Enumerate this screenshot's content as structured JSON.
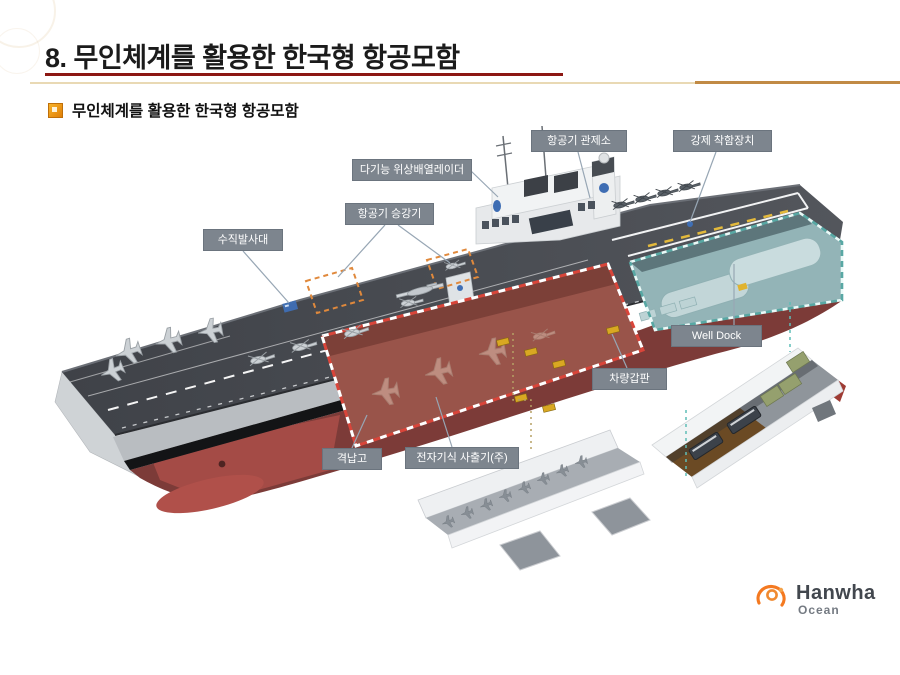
{
  "slide": {
    "title": "8. 무인체계를 활용한 한국형 항공모함",
    "subtitle": "무인체계를 활용한 한국형 항공모함"
  },
  "diagram": {
    "labels": [
      {
        "id": "aircraft-control-center",
        "text": "항공기 관제소"
      },
      {
        "id": "arrested-landing-device",
        "text": "강제 착함장치"
      },
      {
        "id": "multifunction-phased-array-radar",
        "text": "다기능 위상배열레이더"
      },
      {
        "id": "aircraft-elevator",
        "text": "항공기 승강기"
      },
      {
        "id": "vertical-launch-system",
        "text": "수직발사대"
      },
      {
        "id": "well-dock",
        "text": "Well Dock"
      },
      {
        "id": "vehicle-deck",
        "text": "차량갑판"
      },
      {
        "id": "hangar",
        "text": "격납고"
      },
      {
        "id": "electromagnetic-catapult",
        "text": "전자기식 사출기(주)"
      }
    ]
  },
  "logo": {
    "brand": "Hanwha",
    "division": "Ocean"
  },
  "colors": {
    "accent_orange": "#f0930f",
    "title_underline": "#8c1713",
    "rule_light": "#e9d9b4",
    "rule_dark": "#c18a45",
    "label_bg": "#7d858e",
    "label_text": "#ffffff",
    "deck_gray": "#46494f",
    "hull_red": "#7c3b38",
    "hull_red_bright": "#b0504a",
    "hangar_cutaway": "#99544a",
    "welldock_teal": "#93b4b7",
    "logo_orange": "#f47920",
    "logo_text": "#42474e"
  }
}
